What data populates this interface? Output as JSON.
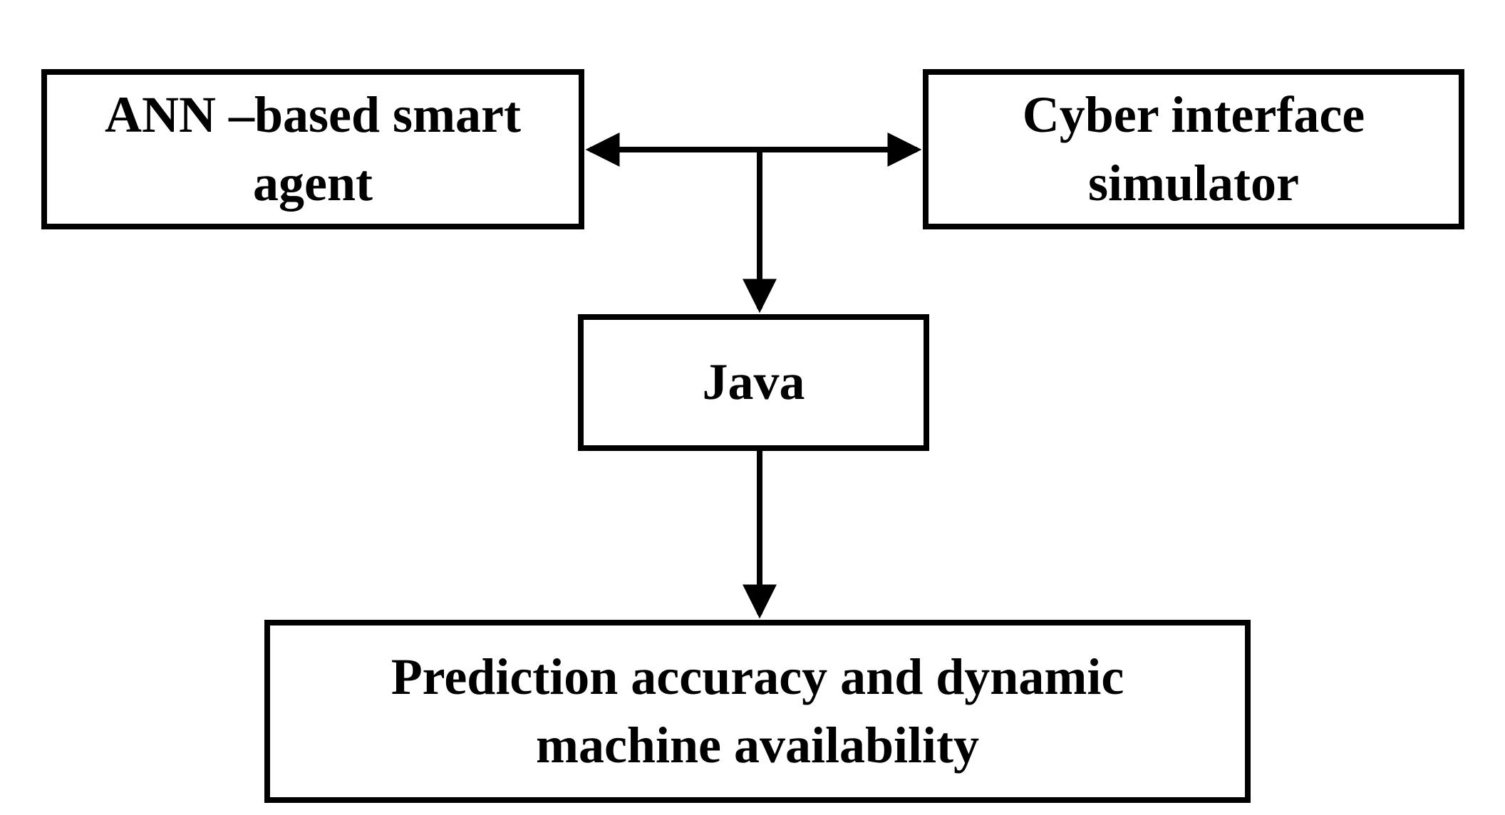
{
  "nodes": {
    "ann_agent": {
      "lines": [
        "ANN –based smart",
        "agent"
      ]
    },
    "cyber_simulator": {
      "lines": [
        "Cyber interface",
        "simulator"
      ]
    },
    "java": {
      "lines": [
        "Java"
      ]
    },
    "prediction": {
      "lines": [
        "Prediction accuracy and dynamic",
        "machine availability"
      ]
    }
  },
  "edges": [
    {
      "from": "junction",
      "to": "ann_agent",
      "type": "arrow"
    },
    {
      "from": "junction",
      "to": "cyber_simulator",
      "type": "arrow"
    },
    {
      "from": "junction",
      "to": "java",
      "type": "arrow"
    },
    {
      "from": "java",
      "to": "prediction",
      "type": "arrow"
    }
  ],
  "colors": {
    "stroke": "#000000",
    "background": "#ffffff",
    "text": "#000000"
  }
}
